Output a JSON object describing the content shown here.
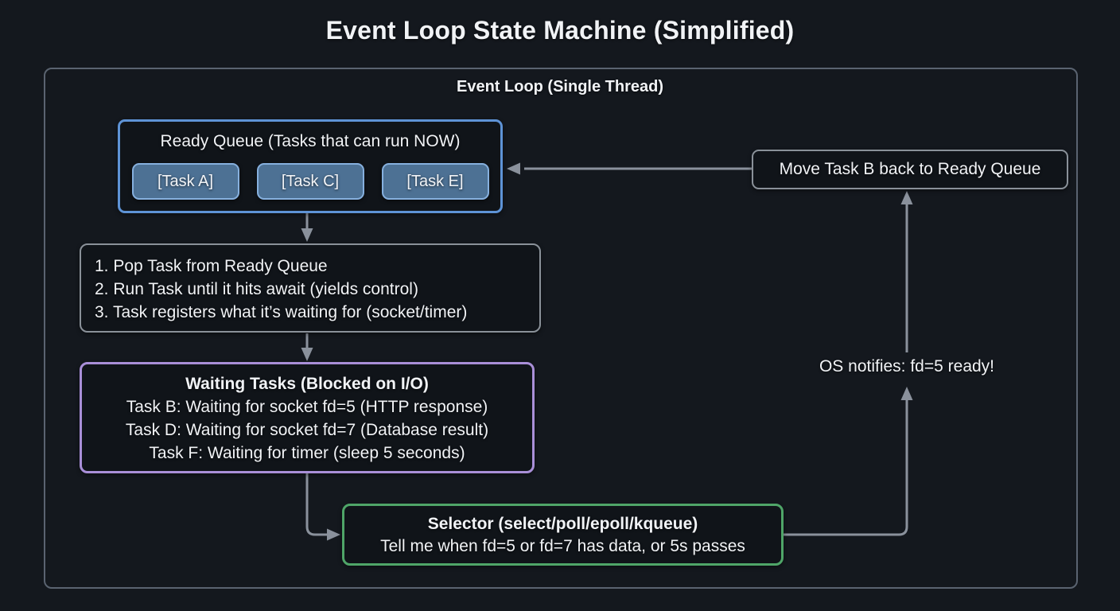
{
  "title": "Event Loop State Machine (Simplified)",
  "container": {
    "label": "Event Loop (Single Thread)"
  },
  "ready_queue": {
    "title": "Ready Queue (Tasks that can run NOW)",
    "tasks": [
      "[Task A]",
      "[Task C]",
      "[Task E]"
    ]
  },
  "run_steps": {
    "lines": [
      "1. Pop Task from Ready Queue",
      "2. Run Task until it hits await (yields control)",
      "3. Task registers what it’s waiting for (socket/timer)"
    ]
  },
  "waiting_tasks": {
    "title": "Waiting Tasks (Blocked on I/O)",
    "lines": [
      "Task B: Waiting for socket fd=5 (HTTP response)",
      "Task D: Waiting for socket fd=7 (Database result)",
      "Task F: Waiting for timer (sleep 5 seconds)"
    ]
  },
  "selector": {
    "title": "Selector (select/poll/epoll/kqueue)",
    "subtitle": "Tell me when fd=5 or fd=7 has data, or 5s passes"
  },
  "os_notify": {
    "label": "OS notifies: fd=5 ready!"
  },
  "move_back": {
    "label": "Move Task B back to Ready Queue"
  },
  "colors": {
    "background": "#14181e",
    "ready_queue_border": "#5e93d6",
    "task_chip_fill": "#4d7194",
    "task_chip_border": "#86b0de",
    "waiting_border": "#a98fd8",
    "selector_border": "#4fa568",
    "neutral_border": "#8a9199",
    "arrow": "#8a919c",
    "text": "#f1f3f6"
  }
}
